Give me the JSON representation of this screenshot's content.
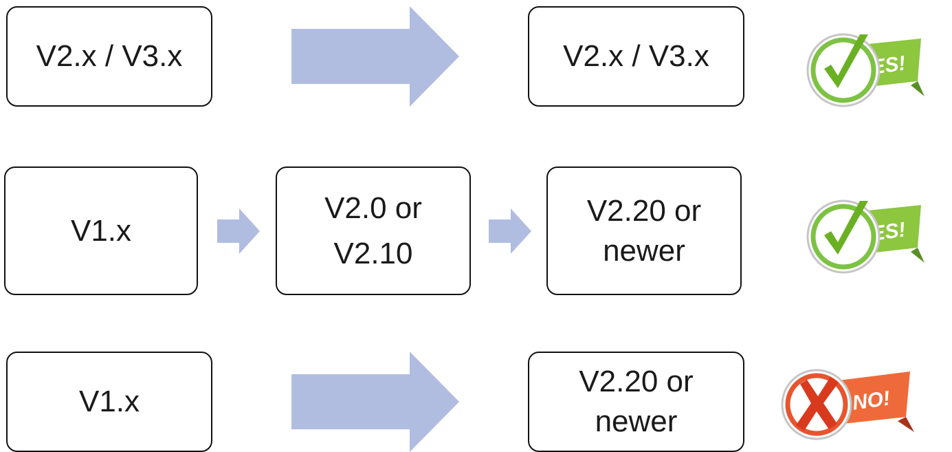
{
  "rows": [
    {
      "source": "V2.x / V3.x",
      "target": "V2.x / V3.x",
      "badge": {
        "text": "YES!",
        "icon": "check-mark-icon",
        "color": "#7dc242"
      }
    },
    {
      "source": "V1.x",
      "intermediate": "V2.0 or\nV2.10",
      "target": "V2.20 or\nnewer",
      "badge": {
        "text": "YES!",
        "icon": "check-mark-icon",
        "color": "#7dc242"
      }
    },
    {
      "source": "V1.x",
      "target": "V2.20 or\nnewer",
      "badge": {
        "text": "NO!",
        "icon": "cross-mark-icon",
        "color": "#e8542e"
      }
    }
  ],
  "colors": {
    "arrow": "#b0bde0",
    "box_border": "#111111"
  }
}
